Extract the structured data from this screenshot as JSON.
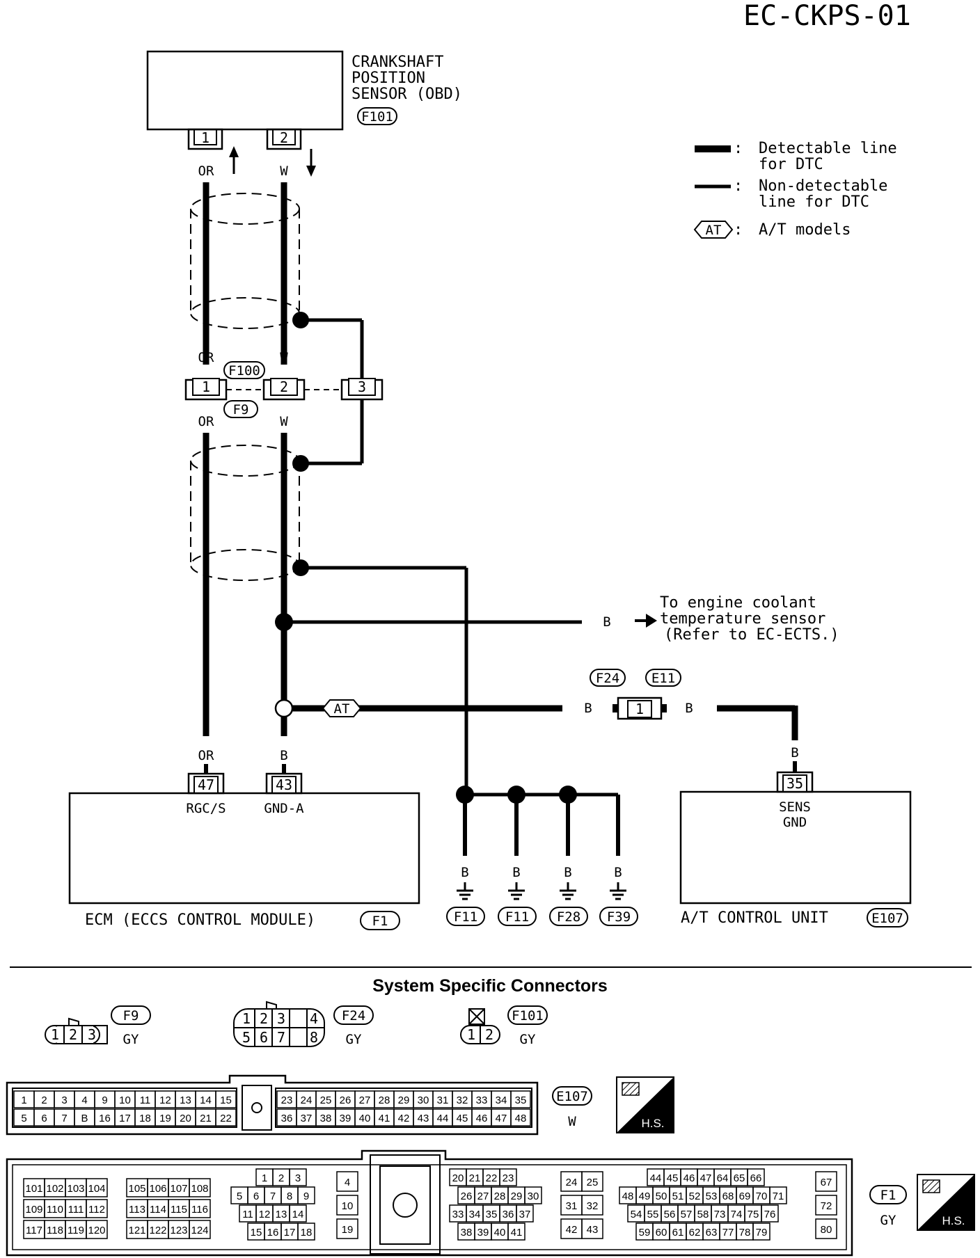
{
  "page_id": "EC-CKPS-01",
  "sensor": {
    "lines": [
      "CRANKSHAFT",
      "POSITION",
      "SENSOR (OBD)"
    ],
    "connector": "F101",
    "pins": [
      "1",
      "2"
    ]
  },
  "legend": {
    "detectable": [
      "Detectable line",
      "for DTC"
    ],
    "non_detectable": [
      "Non-detectable",
      "line for DTC"
    ],
    "at_symbol": "AT",
    "at_text": "A/T models",
    "colon": ":"
  },
  "wires": {
    "or": "OR",
    "w": "W",
    "b": "B"
  },
  "junction": {
    "conn_top": "F100",
    "conn_bottom": "F9",
    "pins": [
      "1",
      "2",
      "3"
    ]
  },
  "coolant_note": [
    "To engine coolant",
    "temperature sensor",
    "(Refer to EC-ECTS.)"
  ],
  "at_link": {
    "connectors": [
      "F24",
      "E11"
    ],
    "pin": "1"
  },
  "ecm": {
    "pins": [
      "47",
      "43"
    ],
    "pin_labels": [
      "RGC/S",
      "GND-A"
    ],
    "title": "ECM (ECCS CONTROL MODULE)",
    "connector": "F1"
  },
  "grounds": [
    "F11",
    "F11",
    "F28",
    "F39"
  ],
  "tcu": {
    "pin": "35",
    "label": [
      "SENS",
      "GND"
    ],
    "title": "A/T CONTROL UNIT",
    "connector": "E107"
  },
  "connectors_section": {
    "title": "System Specific Connectors",
    "f9": {
      "id": "F9",
      "color": "GY",
      "pins": [
        "1",
        "2",
        "3"
      ]
    },
    "f24": {
      "id": "F24",
      "color": "GY",
      "pins_top": [
        "1",
        "2",
        "3",
        "4"
      ],
      "pins_bottom": [
        "5",
        "6",
        "7",
        "8"
      ]
    },
    "f101": {
      "id": "F101",
      "color": "GY",
      "pins": [
        "1",
        "2"
      ]
    },
    "e107": {
      "id": "E107",
      "color": "W",
      "hs": "H.S.",
      "left_top": [
        "1",
        "2",
        "3",
        "4",
        "9",
        "10",
        "11",
        "12",
        "13",
        "14",
        "15"
      ],
      "left_bottom": [
        "5",
        "6",
        "7",
        "B",
        "16",
        "17",
        "18",
        "19",
        "20",
        "21",
        "22"
      ],
      "right_top": [
        "23",
        "24",
        "25",
        "26",
        "27",
        "28",
        "29",
        "30",
        "31",
        "32",
        "33",
        "34",
        "35"
      ],
      "right_bottom": [
        "36",
        "37",
        "38",
        "39",
        "40",
        "41",
        "42",
        "43",
        "44",
        "45",
        "46",
        "47",
        "48"
      ]
    },
    "f1": {
      "id": "F1",
      "color": "GY",
      "hs": "H.S.",
      "c1": [
        [
          "101",
          "102",
          "103",
          "104"
        ],
        [
          "109",
          "110",
          "111",
          "112"
        ],
        [
          "117",
          "118",
          "119",
          "120"
        ]
      ],
      "c2": [
        [
          "105",
          "106",
          "107",
          "108"
        ],
        [
          "113",
          "114",
          "115",
          "116"
        ],
        [
          "121",
          "122",
          "123",
          "124"
        ]
      ],
      "c3": [
        [
          "1",
          "2",
          "3"
        ],
        [
          "5",
          "6",
          "7",
          "8",
          "9"
        ],
        [
          "11",
          "12",
          "13",
          "14"
        ],
        [
          "15",
          "16",
          "17",
          "18"
        ]
      ],
      "c4": [
        "4",
        "10",
        "19"
      ],
      "c5": [
        [
          "20",
          "21",
          "22",
          "23"
        ],
        [
          "26",
          "27",
          "28",
          "29",
          "30"
        ],
        [
          "33",
          "34",
          "35",
          "36",
          "37"
        ],
        [
          "38",
          "39",
          "40",
          "41"
        ]
      ],
      "c6": [
        [
          "24",
          "25"
        ],
        [
          "31",
          "32"
        ],
        [
          "42",
          "43"
        ]
      ],
      "c7": [
        [
          "44",
          "45",
          "46",
          "47",
          "64",
          "65",
          "66"
        ],
        [
          "48",
          "49",
          "50",
          "51",
          "52",
          "53",
          "68",
          "69",
          "70",
          "71"
        ],
        [
          "54",
          "55",
          "56",
          "57",
          "58",
          "73",
          "74",
          "75",
          "76"
        ],
        [
          "59",
          "60",
          "61",
          "62",
          "63",
          "77",
          "78",
          "79"
        ]
      ],
      "c8": [
        "67",
        "72",
        "80"
      ]
    }
  }
}
